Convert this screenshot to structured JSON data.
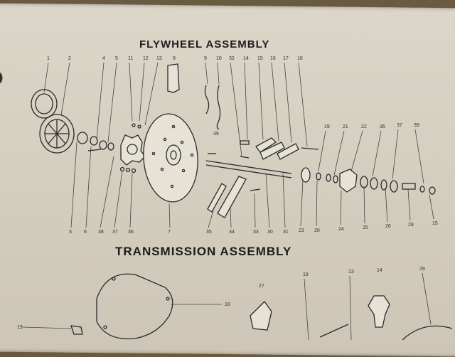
{
  "titles": {
    "flywheel": "FLYWHEEL ASSEMBLY",
    "transmission": "TRANSMISSION ASSEMBLY"
  },
  "top_labels": [
    "1",
    "2",
    "4",
    "5",
    "11",
    "12",
    "13",
    "8",
    "9",
    "10",
    "32",
    "14",
    "15",
    "16",
    "17",
    "18",
    "19",
    "21",
    "22",
    "36",
    "37",
    "39"
  ],
  "mid_label": "39",
  "bottom_labels": [
    "3",
    "6",
    "38",
    "37",
    "36",
    "7",
    "35",
    "34",
    "33",
    "30",
    "31",
    "23",
    "20",
    "24",
    "25",
    "26",
    "28",
    "15"
  ],
  "transmission_labels": [
    "18",
    "27",
    "18",
    "13",
    "14",
    "29",
    "19"
  ]
}
